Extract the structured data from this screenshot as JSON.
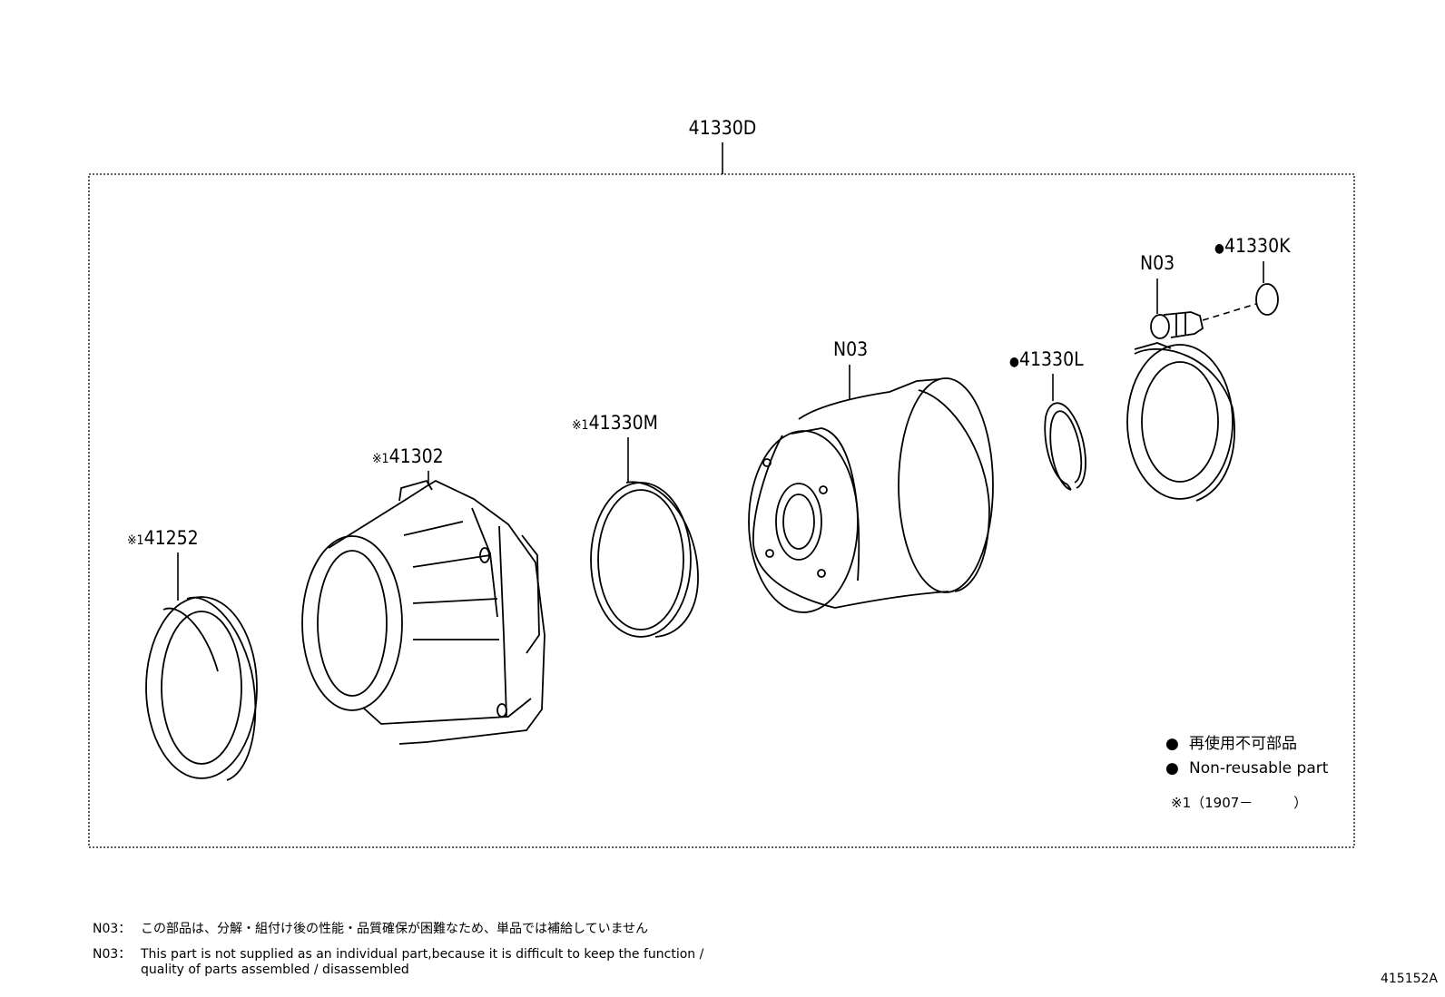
{
  "assembly": {
    "part_number": "41330D"
  },
  "parts": [
    {
      "id": "41252",
      "mark": "※1",
      "label": "41252"
    },
    {
      "id": "41302",
      "mark": "※1",
      "label": "41302"
    },
    {
      "id": "41330M",
      "mark": "※1",
      "label": "41330M"
    },
    {
      "id": "N03-case",
      "mark": "",
      "label": "N03"
    },
    {
      "id": "41330L",
      "mark": "●",
      "label": "41330L"
    },
    {
      "id": "N03-sensor",
      "mark": "",
      "label": "N03"
    },
    {
      "id": "41330K",
      "mark": "●",
      "label": "41330K"
    }
  ],
  "legend": {
    "bullet": "●",
    "line1": "再使用不可部品",
    "line2": "Non-reusable part",
    "applicability": "※1（1907－　　　）"
  },
  "notes": [
    {
      "code": "N03：",
      "text": "この部品は、分解・組付け後の性能・品質確保が困難なため、単品では補給していません"
    },
    {
      "code": "N03：",
      "text": "This part is not supplied as an individual part,because it is difficult to keep the function /"
    },
    {
      "code": "",
      "text": "quality of parts assembled / disassembled"
    }
  ],
  "figure_id": "415152A",
  "icons": {
    "bullet_icon": "filled-circle",
    "reference_mark": "kome-jirushi"
  }
}
